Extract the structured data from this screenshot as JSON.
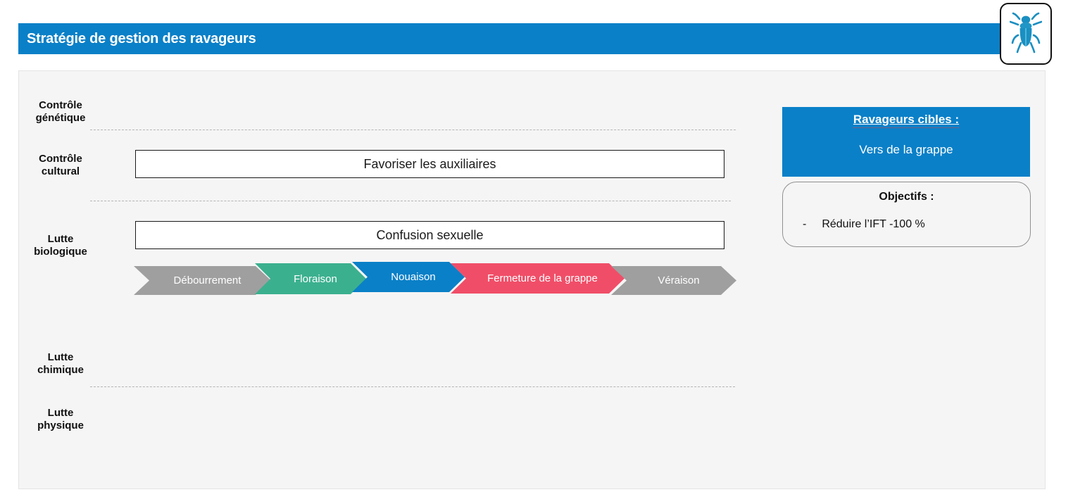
{
  "header": {
    "title": "Stratégie de gestion des ravageurs",
    "bar_color": "#0a80c8",
    "logo_icon": "beetle-icon",
    "logo_color": "#1a8fc1"
  },
  "panel": {
    "background": "#f5f5f5",
    "row_labels": [
      {
        "id": "genetique",
        "label": "Contrôle\ngénétique"
      },
      {
        "id": "cultural",
        "label": "Contrôle\ncultural"
      },
      {
        "id": "biologique",
        "label": "Lutte\nbiologique"
      },
      {
        "id": "chimique",
        "label": "Lutte\nchimique"
      },
      {
        "id": "physique",
        "label": "Lutte\nphysique"
      }
    ],
    "action_boxes": [
      {
        "id": "auxiliaires",
        "label": "Favoriser les auxiliaires"
      },
      {
        "id": "confusion",
        "label": "Confusion sexuelle"
      }
    ]
  },
  "timeline": {
    "stages": [
      {
        "label": "Débourrement",
        "color": "#9f9f9f"
      },
      {
        "label": "Floraison",
        "color": "#3bb08f"
      },
      {
        "label": "Nouaison",
        "color": "#0a80c8"
      },
      {
        "label": "Fermeture de la grappe",
        "color": "#f04e68"
      },
      {
        "label": "Véraison",
        "color": "#9f9f9f"
      }
    ]
  },
  "pest_panel": {
    "title": "Ravageurs cibles :",
    "value": "Vers de la grappe",
    "background": "#0a80c8"
  },
  "goal_panel": {
    "title": "Objectifs :",
    "bullet": "-",
    "item": "Réduire l’IFT -100 %"
  }
}
